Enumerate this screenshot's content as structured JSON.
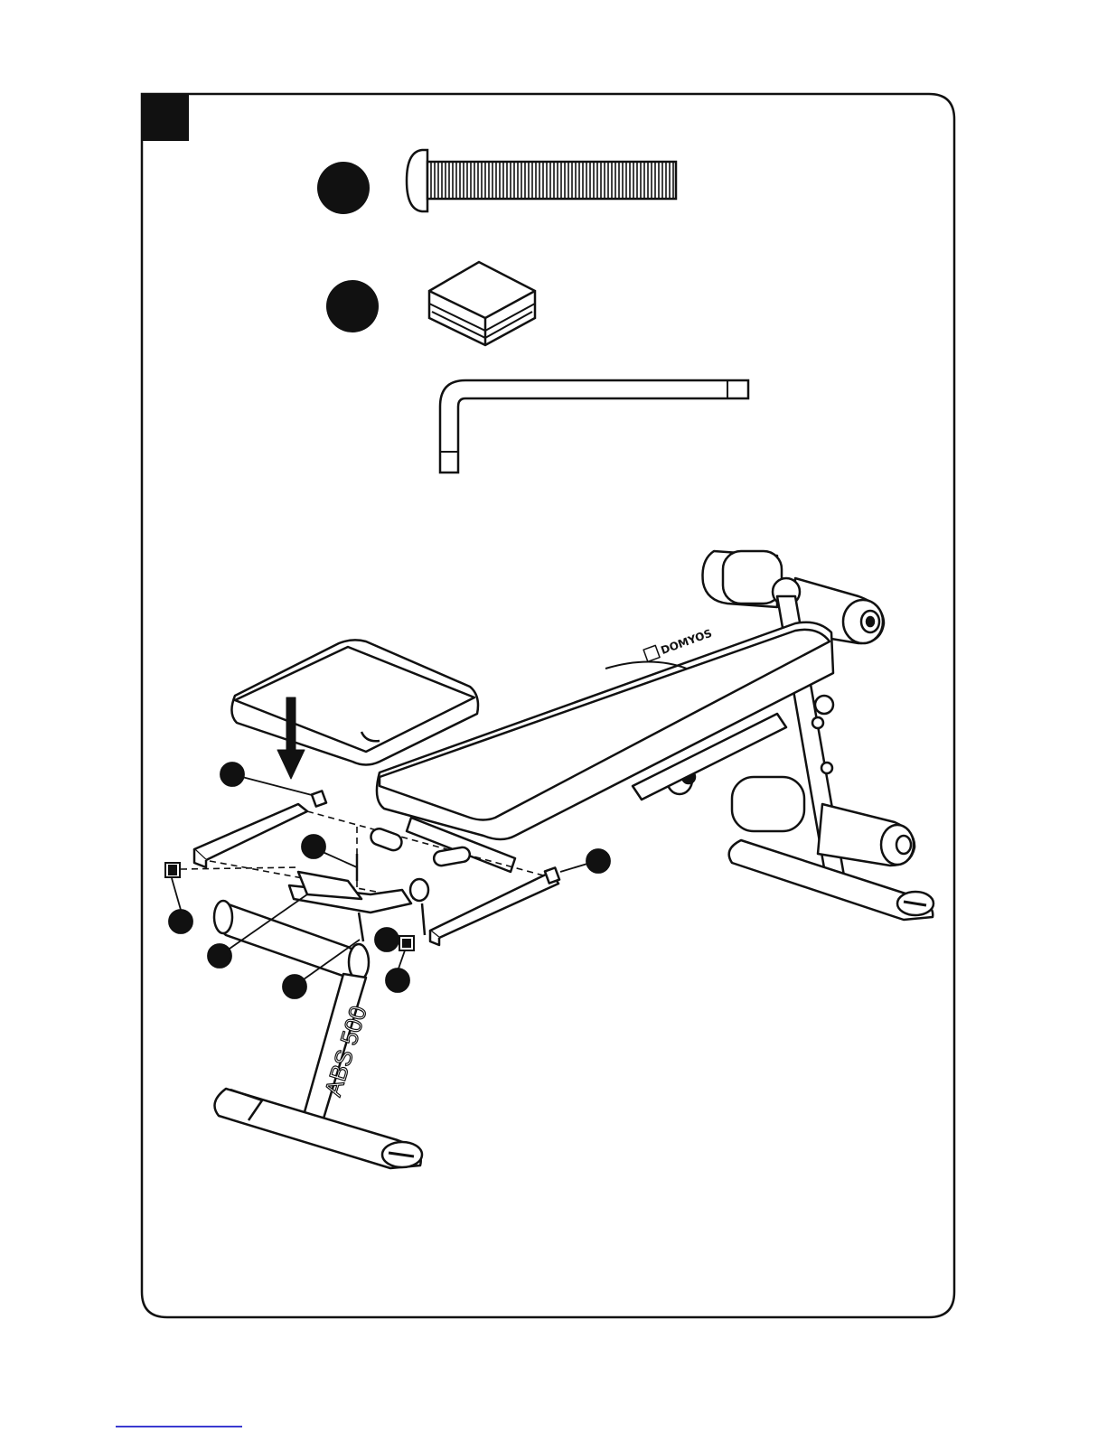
{
  "product": {
    "brand_logo_text": "DOMYOS",
    "model_label": "ABS 500"
  },
  "colors": {
    "line": "#111111",
    "fill_dark": "#111111",
    "fill_light": "#ffffff",
    "footer_rule": "#3b3bd1"
  },
  "hardware": [
    {
      "id": "bolt",
      "icon": "bolt-icon"
    },
    {
      "id": "end-cap",
      "icon": "square-end-cap-icon"
    },
    {
      "id": "allen-key",
      "icon": "allen-key-icon"
    }
  ]
}
